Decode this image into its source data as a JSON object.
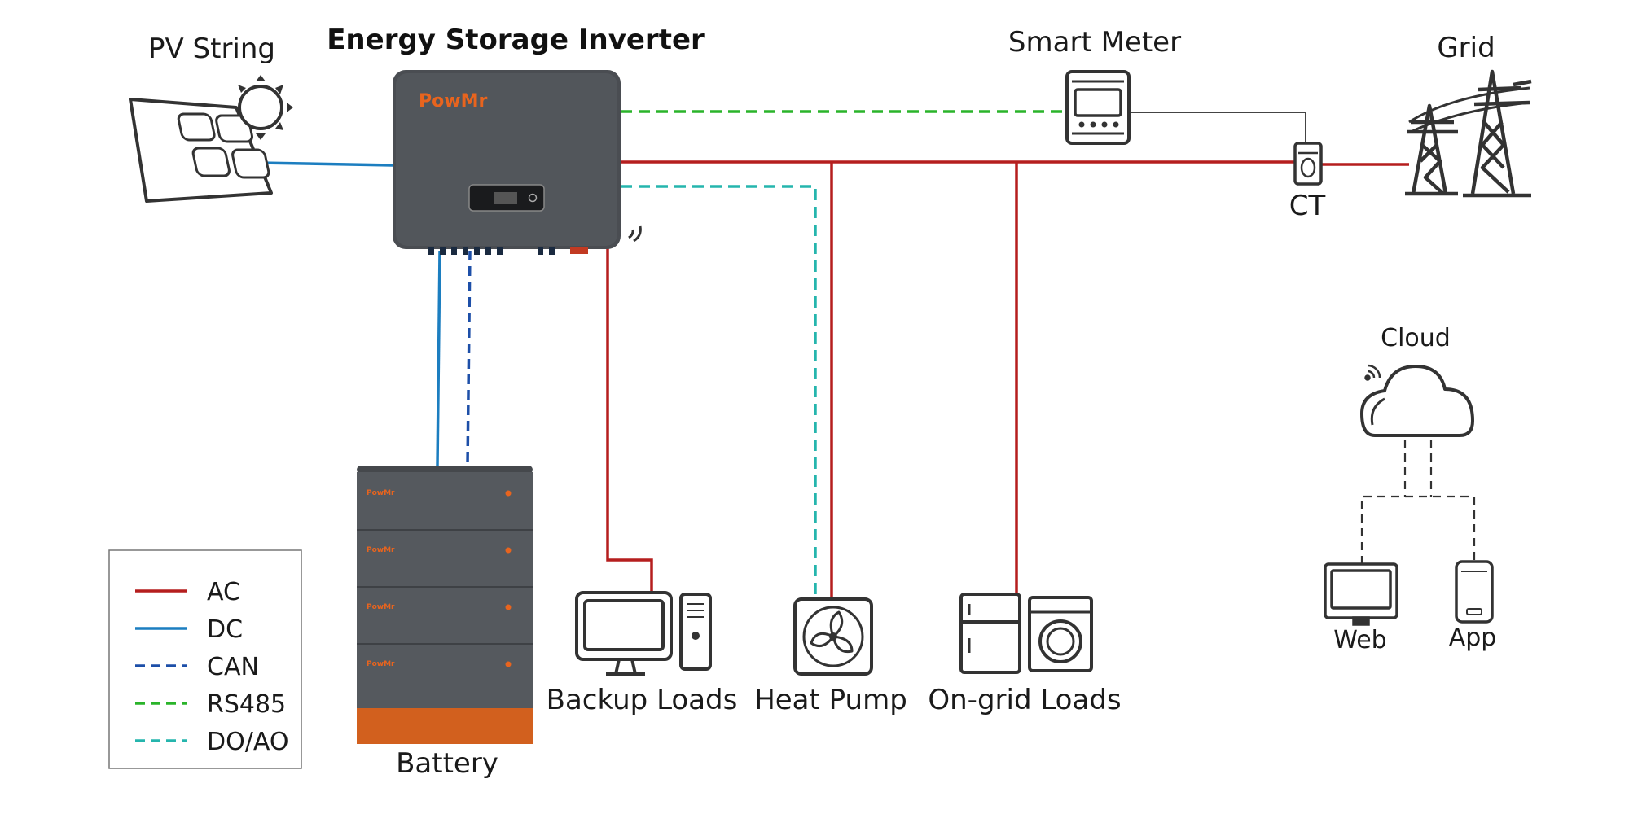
{
  "labels": {
    "pv_string": "PV String",
    "inverter": "Energy Storage Inverter",
    "smart_meter": "Smart Meter",
    "grid": "Grid",
    "ct": "CT",
    "cloud": "Cloud",
    "web": "Web",
    "app": "App",
    "battery": "Battery",
    "backup_loads": "Backup Loads",
    "heat_pump": "Heat Pump",
    "on_grid_loads": "On-grid Loads"
  },
  "brand": {
    "name": "PowMr",
    "color": "#e8641e"
  },
  "legend": [
    {
      "label": "AC",
      "color": "#b51e1e",
      "style": "solid"
    },
    {
      "label": "DC",
      "color": "#1c7ec0",
      "style": "solid"
    },
    {
      "label": "CAN",
      "color": "#1d4fa8",
      "style": "dashed"
    },
    {
      "label": "RS485",
      "color": "#2ab42a",
      "style": "dashed"
    },
    {
      "label": "DO/AO",
      "color": "#25b5ad",
      "style": "dashed"
    }
  ]
}
